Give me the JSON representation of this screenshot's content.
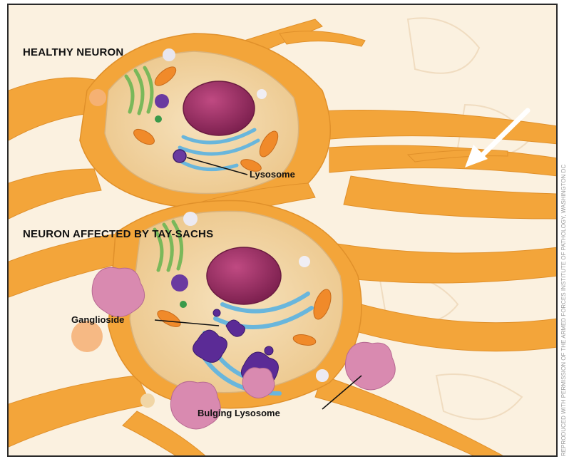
{
  "labels": {
    "healthy_title": "HEALTHY NEURON",
    "affected_title": "NEURON AFFECTED BY TAY-SACHS",
    "lysosome": "Lysosome",
    "ganglioside": "Ganglioside",
    "bulging_lysosome": "Bulging Lysosome"
  },
  "credit": "REPRODUCED WITH PERMISSION OF THE ARMED FORCES INSTITUTE OF PATHOLOGY, WASHINGTON DC",
  "colors": {
    "background": "#fbf1e0",
    "neuron_body": "#f3a53a",
    "cytoplasm": "#f1d6a6",
    "nucleus": "#9c2f63",
    "golgi_er": "#69b6dc",
    "mitochondria": "#f08a2a",
    "lysosome": "#6a3aa0",
    "bulging_lysosome": "#d98ab0",
    "arrow": "#ffffff"
  }
}
